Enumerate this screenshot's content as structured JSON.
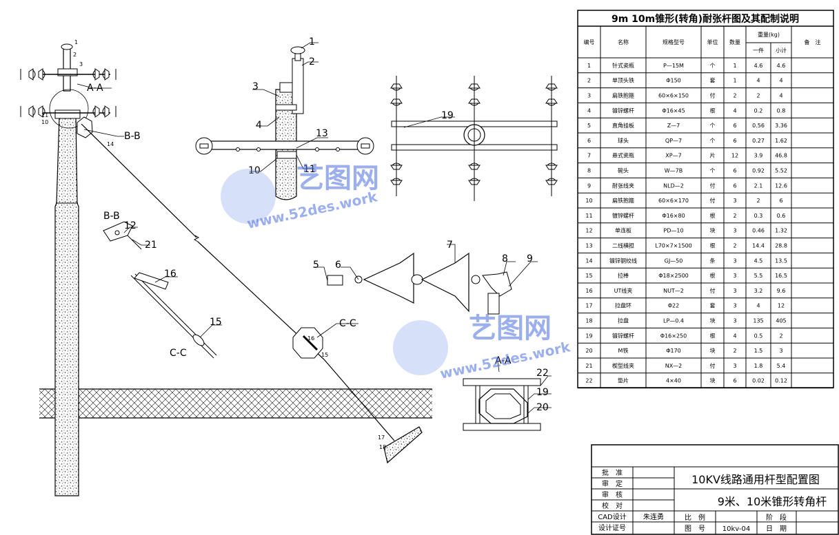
{
  "title_block": {
    "rows": [
      {
        "label": "批　准",
        "value": ""
      },
      {
        "label": "审　定",
        "value": ""
      },
      {
        "label": "审　核",
        "value": ""
      },
      {
        "label": "校　对",
        "value": ""
      },
      {
        "label": "CAD设计",
        "value": "朱连勇"
      },
      {
        "label": "设计证号",
        "value": ""
      }
    ],
    "project": "10KV线路通用杆型配置图",
    "drawing_name": "9米、10米锥形转角杆",
    "scale_label": "比　例",
    "stage_label": "阶　段",
    "drawing_no_label": "图　号",
    "drawing_no": "10kv-04",
    "date_label": "日　期"
  },
  "table": {
    "title": "9m 10m锥形(转角)耐张杆图及其配制说明",
    "headers": {
      "no": "编号",
      "name": "名称",
      "spec": "规格型号",
      "unit": "单位",
      "qty": "数量",
      "weight": "重量(kg)",
      "each": "一件",
      "sub": "小计",
      "remark": "备　注"
    },
    "rows": [
      {
        "no": "1",
        "name": "针式瓷瓶",
        "spec": "P—15M",
        "unit": "个",
        "qty": "1",
        "each": "4.6",
        "sub": "4.6"
      },
      {
        "no": "2",
        "name": "单顶头铁",
        "spec": "Φ150",
        "unit": "套",
        "qty": "1",
        "each": "4",
        "sub": "4"
      },
      {
        "no": "3",
        "name": "扁铁抱箍",
        "spec": "60×6×150",
        "unit": "付",
        "qty": "2",
        "each": "2",
        "sub": "4"
      },
      {
        "no": "4",
        "name": "镀锌螺杆",
        "spec": "Φ16×45",
        "unit": "根",
        "qty": "4",
        "each": "0.2",
        "sub": "0.8"
      },
      {
        "no": "5",
        "name": "直角挂板",
        "spec": "Z—7",
        "unit": "个",
        "qty": "6",
        "each": "0.56",
        "sub": "3.36"
      },
      {
        "no": "6",
        "name": "球头",
        "spec": "QP—7",
        "unit": "个",
        "qty": "6",
        "each": "0.27",
        "sub": "1.62"
      },
      {
        "no": "7",
        "name": "悬式瓷瓶",
        "spec": "XP—7",
        "unit": "片",
        "qty": "12",
        "each": "3.9",
        "sub": "46.8"
      },
      {
        "no": "8",
        "name": "碗头",
        "spec": "W—7B",
        "unit": "个",
        "qty": "6",
        "each": "0.92",
        "sub": "5.52"
      },
      {
        "no": "9",
        "name": "耐张线夹",
        "spec": "NLD—2",
        "unit": "付",
        "qty": "6",
        "each": "2.1",
        "sub": "12.6"
      },
      {
        "no": "10",
        "name": "扁铁抱箍",
        "spec": "60×6×170",
        "unit": "付",
        "qty": "3",
        "each": "2",
        "sub": "6"
      },
      {
        "no": "11",
        "name": "镀锌螺杆",
        "spec": "Φ16×80",
        "unit": "根",
        "qty": "2",
        "each": "0.3",
        "sub": "0.6"
      },
      {
        "no": "12",
        "name": "单连板",
        "spec": "PD—10",
        "unit": "块",
        "qty": "3",
        "each": "0.46",
        "sub": "1.32"
      },
      {
        "no": "13",
        "name": "二线横担",
        "spec": "L70×7×1500",
        "unit": "根",
        "qty": "2",
        "each": "14.4",
        "sub": "28.8"
      },
      {
        "no": "14",
        "name": "镀锌钢绞线",
        "spec": "GJ—50",
        "unit": "条",
        "qty": "3",
        "each": "4.5",
        "sub": "13.5"
      },
      {
        "no": "15",
        "name": "拉棒",
        "spec": "Φ18×2500",
        "unit": "根",
        "qty": "3",
        "each": "5.5",
        "sub": "16.5"
      },
      {
        "no": "16",
        "name": "UT线夹",
        "spec": "NUT—2",
        "unit": "付",
        "qty": "3",
        "each": "3.2",
        "sub": "9.6"
      },
      {
        "no": "17",
        "name": "拉盘环",
        "spec": "Φ22",
        "unit": "套",
        "qty": "3",
        "each": "4",
        "sub": "12"
      },
      {
        "no": "18",
        "name": "拉盘",
        "spec": "LP—0.4",
        "unit": "块",
        "qty": "3",
        "each": "135",
        "sub": "405"
      },
      {
        "no": "19",
        "name": "镀锌螺杆",
        "spec": "Φ16×250",
        "unit": "根",
        "qty": "4",
        "each": "0.5",
        "sub": "2"
      },
      {
        "no": "20",
        "name": "M铁",
        "spec": "Φ170",
        "unit": "块",
        "qty": "2",
        "each": "1.5",
        "sub": "3"
      },
      {
        "no": "21",
        "name": "楔型线夹",
        "spec": "NX—2",
        "unit": "付",
        "qty": "3",
        "each": "1.8",
        "sub": "5.4"
      },
      {
        "no": "22",
        "name": "垫片",
        "spec": "4×40",
        "unit": "块",
        "qty": "6",
        "each": "0.02",
        "sub": "0.12"
      }
    ]
  },
  "callouts": {
    "n1": "1",
    "n2": "2",
    "n3": "3",
    "n4": "4",
    "n5": "5",
    "n6": "6",
    "n7": "7",
    "n8": "8",
    "n9": "9",
    "n10": "10",
    "n11": "11",
    "n12": "12",
    "n13": "13",
    "n14": "14",
    "n15": "15",
    "n16": "16",
    "n17": "17",
    "n18": "18",
    "n19": "19",
    "n20": "20",
    "n21": "21",
    "n22": "22"
  },
  "section_labels": {
    "aa": "A-A",
    "bb": "B-B",
    "cc": "C-C"
  },
  "watermark": {
    "brand": "艺图网",
    "url": "www.52des.work"
  }
}
